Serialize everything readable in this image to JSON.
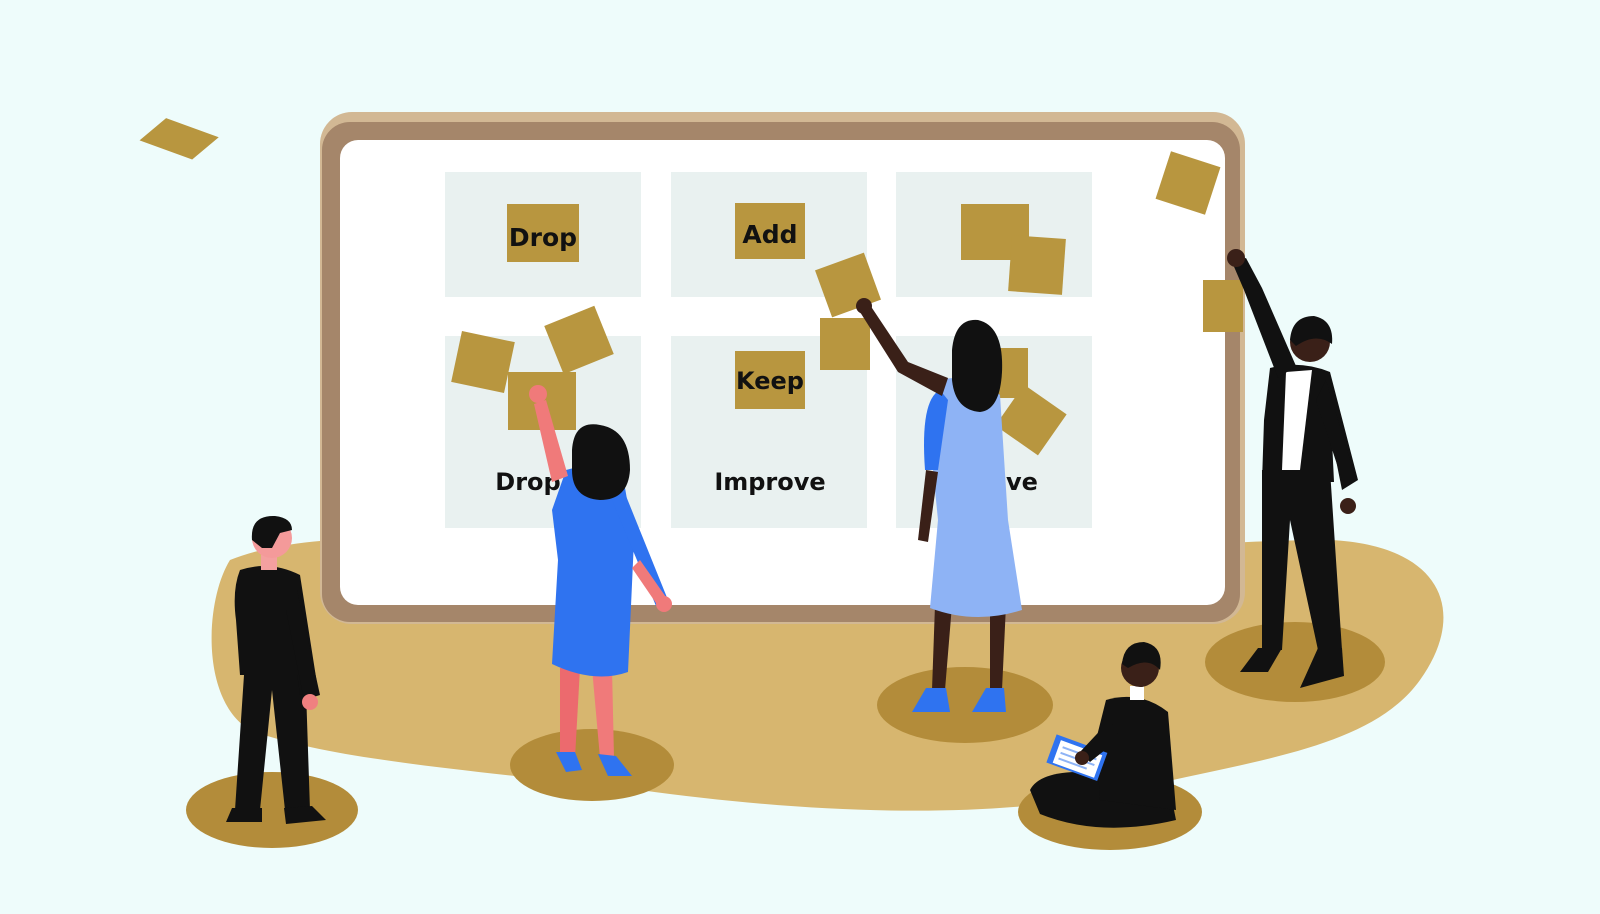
{
  "board": {
    "cards": [
      {
        "label": "Drop"
      },
      {
        "label": "Add"
      },
      {
        "label": "Keep"
      },
      {
        "label": "Drop"
      },
      {
        "label": "Improve"
      },
      {
        "label": "ve"
      }
    ]
  },
  "colors": {
    "background": "#eefcfb",
    "floor": "#d7b66f",
    "spot": "#b38c3a",
    "board_frame": "#a5866a",
    "board_frame_light": "#d2b894",
    "board_surface": "#ffffff",
    "panel": "#e9f1f0",
    "sticky_note": "#b8963f",
    "suit": "#111111",
    "dress_blue": "#2f73f0",
    "dress_light_blue": "#8eb3f5"
  }
}
